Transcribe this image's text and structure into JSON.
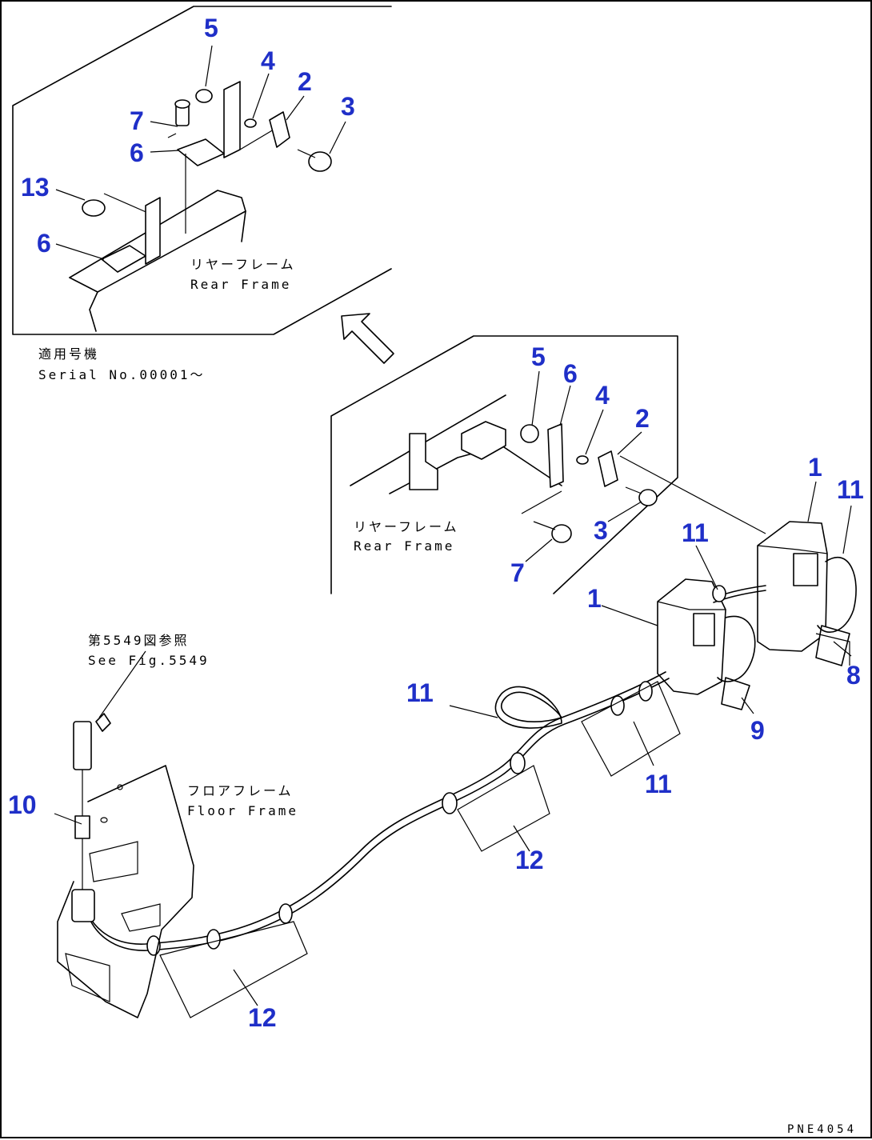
{
  "colors": {
    "callout": "#1f2fc8",
    "line": "#000000",
    "background": "#ffffff"
  },
  "labels": {
    "rear_frame_jp_1": "リヤーフレーム",
    "rear_frame_en_1": "Rear Frame",
    "serial_jp": "適用号機",
    "serial_en": "Serial No.00001～",
    "rear_frame_jp_2": "リヤーフレーム",
    "rear_frame_en_2": "Rear Frame",
    "see_fig_jp": "第5549図参照",
    "see_fig_en": "See Fig.5549",
    "floor_frame_jp": "フロアフレーム",
    "floor_frame_en": "Floor Frame",
    "drawing_code": "PNE4054"
  },
  "callouts": {
    "inset_1_5": "5",
    "inset_1_4": "4",
    "inset_1_2": "2",
    "inset_1_7": "7",
    "inset_1_3": "3",
    "inset_1_6a": "6",
    "inset_1_13": "13",
    "inset_1_6b": "6",
    "inset_2_5": "5",
    "inset_2_6": "6",
    "inset_2_4": "4",
    "inset_2_2": "2",
    "inset_2_3": "3",
    "inset_2_7": "7",
    "main_1a": "1",
    "main_11a": "11",
    "main_11b": "11",
    "main_1b": "1",
    "main_8": "8",
    "main_9": "9",
    "main_11c": "11",
    "main_11d": "11",
    "main_10": "10",
    "main_12a": "12",
    "main_12b": "12"
  }
}
